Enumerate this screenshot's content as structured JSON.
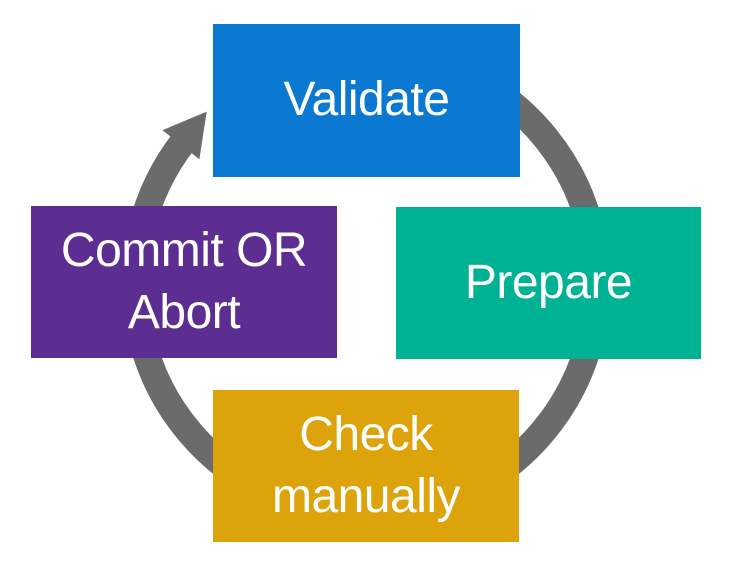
{
  "diagram": {
    "background": "#ffffff",
    "text_color": "#ffffff",
    "ring": {
      "color": "#6b6b6b"
    },
    "nodes": [
      {
        "id": "validate",
        "label": "Validate",
        "lines": [
          "Validate"
        ],
        "color": "#0b79d2",
        "position": "top"
      },
      {
        "id": "prepare",
        "label": "Prepare",
        "lines": [
          "Prepare"
        ],
        "color": "#00b294",
        "position": "right"
      },
      {
        "id": "check-manually",
        "label": "Check manually",
        "lines": [
          "Check",
          "manually"
        ],
        "color": "#dda30b",
        "position": "bottom"
      },
      {
        "id": "commit-or-abort",
        "label": "Commit OR Abort",
        "lines": [
          "Commit OR",
          "Abort"
        ],
        "color": "#5c2e91",
        "position": "left"
      }
    ]
  }
}
